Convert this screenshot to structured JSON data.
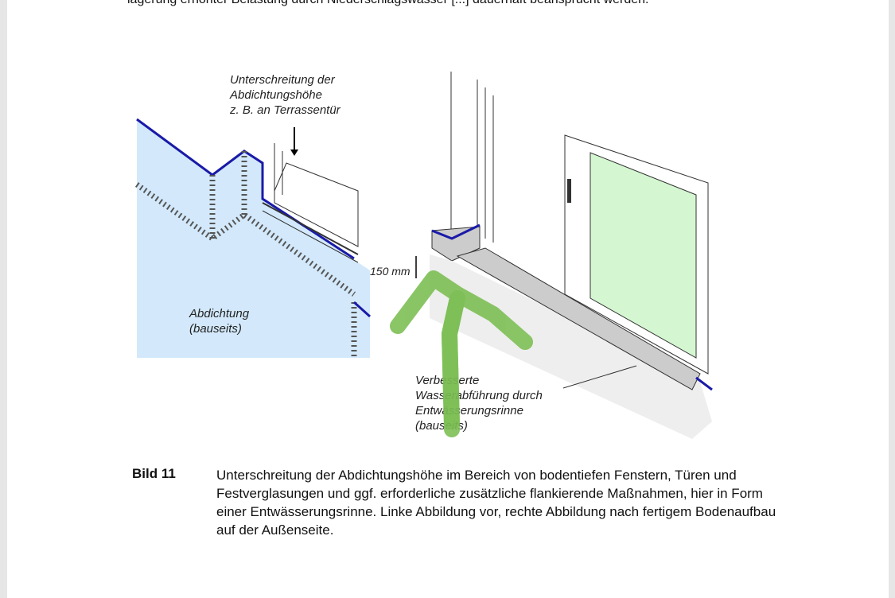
{
  "top_cut_text": "lagerung erhöhter Belastung durch Niederschlagswasser [...] dauerhaft beansprucht werden.",
  "figure": {
    "left_labels": {
      "callout": [
        "Unterschreitung der",
        "Abdichtungshöhe",
        "z. B. an Terrassentür"
      ],
      "waterproofing": [
        "Abdichtung",
        "(bauseits)"
      ]
    },
    "right_labels": {
      "dimension": "150 mm",
      "drainage": [
        "Verbesserte",
        "Wasserabführung durch",
        "Entwässerungsrinne",
        "(bauseits)"
      ]
    },
    "annotation_color": "#7dbf55"
  },
  "caption": {
    "label": "Bild 11",
    "text": "Unterschreitung der Abdichtungshöhe im Bereich von bodentiefen Fenstern, Türen und Festverglasungen und ggf. erforderliche zusätzliche flankierende Maßnahmen, hier in Form einer Entwässerungsrinne. Linke Abbildung vor, rechte Abbildung nach fertigem Bodenaufbau auf der Außenseite."
  }
}
